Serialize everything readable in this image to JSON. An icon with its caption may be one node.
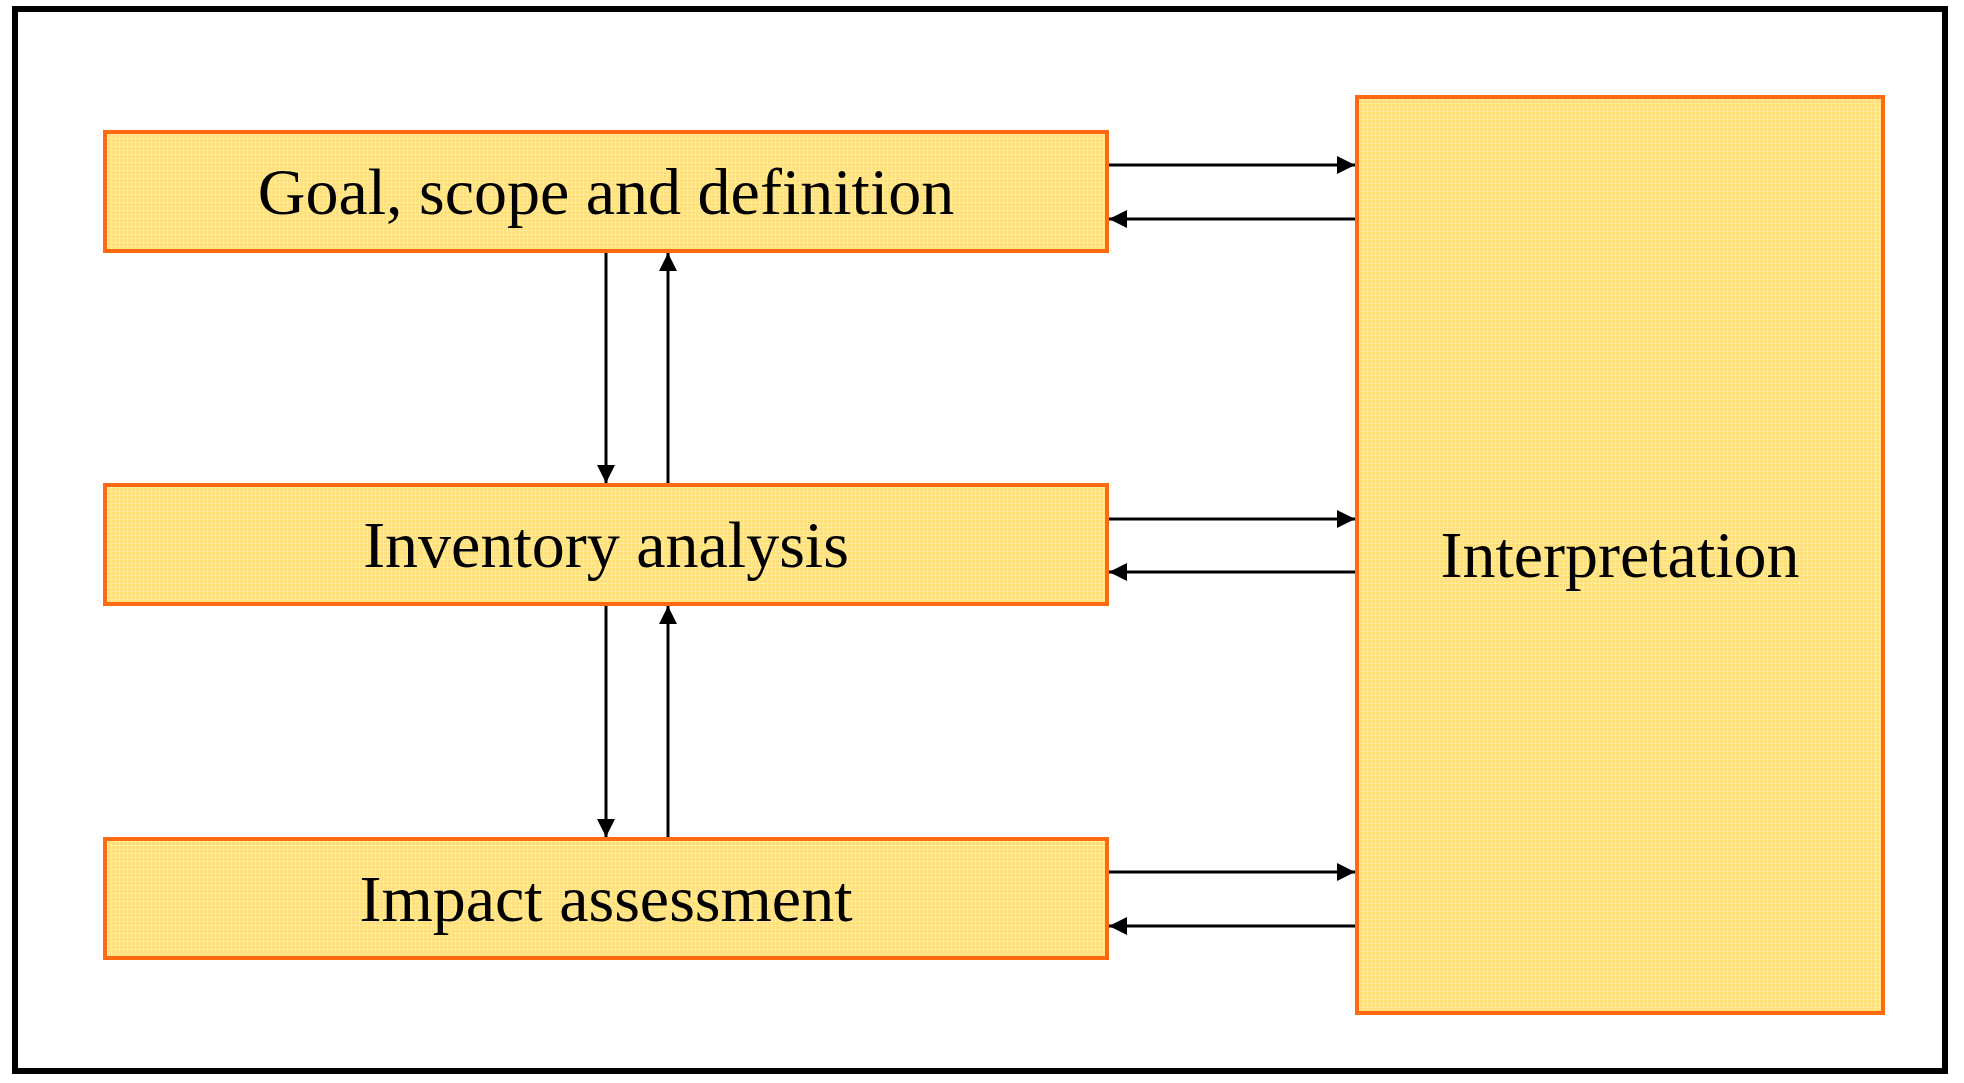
{
  "diagram": {
    "nodes": [
      {
        "text": [
          "Goal, scope and definition"
        ]
      },
      {
        "text": [
          "Inventory analysis"
        ]
      },
      {
        "text": [
          "Impact assessment"
        ]
      },
      {
        "text": [
          "Interpretation"
        ]
      }
    ],
    "edges": [
      {
        "from": 0,
        "to": 3,
        "arrow": "to"
      },
      {
        "from": 3,
        "to": 0,
        "arrow": "to"
      },
      {
        "from": 0,
        "to": 1,
        "arrow": "to"
      },
      {
        "from": 1,
        "to": 0,
        "arrow": "to"
      },
      {
        "from": 1,
        "to": 3,
        "arrow": "to"
      },
      {
        "from": 3,
        "to": 1,
        "arrow": "to"
      },
      {
        "from": 1,
        "to": 2,
        "arrow": "to"
      },
      {
        "from": 2,
        "to": 1,
        "arrow": "to"
      },
      {
        "from": 2,
        "to": 3,
        "arrow": "to"
      },
      {
        "from": 3,
        "to": 2,
        "arrow": "to"
      }
    ]
  }
}
